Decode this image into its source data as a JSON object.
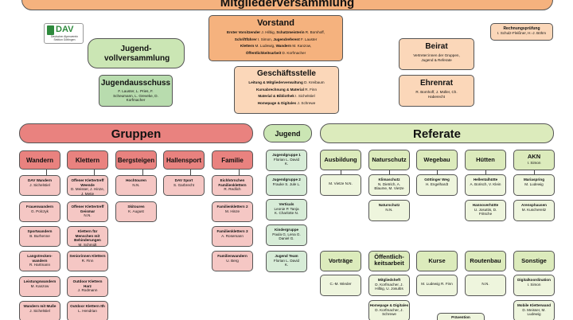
{
  "title": "Mitgliederversammlung",
  "logo": {
    "text": "DAV",
    "sub": "Deutscher Alpenverein Sektion Göttingen"
  },
  "rechnungspruefung": {
    "title": "Rechnungsprüfung",
    "names": "I. Schulz-Fleißner, H.-J. Böhm"
  },
  "vorstand": {
    "title": "Vorstand",
    "rows": [
      {
        "p1": "Erster Vorsitzender",
        "n1": "J. Hilbig,",
        "p2": "Schatzmeisterin",
        "n2": "R. Bomhoff,"
      },
      {
        "p1": "Schriftführer",
        "n1": "I. Simon,",
        "p2": "Jugendreferent",
        "n2": "F. Lauster"
      },
      {
        "p1": "Klettern",
        "n1": "M. Ludewig,",
        "p2": "Wandern",
        "n2": "M. Kanzow,"
      },
      {
        "p1": "Öffentlichkeitsarbeit",
        "n1": "D. Korfmacher",
        "p2": "",
        "n2": ""
      }
    ]
  },
  "jugendvollversammlung": "Jugend-vollversammlung",
  "jugendausschuss": {
    "title": "Jugendausschuss",
    "names": "F. Lauster, L. Pries, F. Scheumann, L. Greveke, D. Korfmacher"
  },
  "geschaeftsstelle": {
    "title": "Geschäftsstelle",
    "rows": [
      {
        "label": "Leitung & Mitgliederverwaltung",
        "names": "D. Kreibaum"
      },
      {
        "label": "Kursabrechnung & Material",
        "names": "R. Finn"
      },
      {
        "label": "Material & Bibliothek",
        "names": "I. Sichelstiel"
      },
      {
        "label": "Homepage & Digitales",
        "names": "J. Schrewe"
      }
    ]
  },
  "beirat": {
    "title": "Beirat",
    "text": "Vertreter:innen der Gruppen, Jugend & Referate"
  },
  "ehrenrat": {
    "title": "Ehrenrat",
    "names": "R. Bomhoff, J. Müller, Ch. Haberecht"
  },
  "gruppen": {
    "title": "Gruppen",
    "columns": [
      {
        "title": "Wandern",
        "items": [
          {
            "title": "DAV Wandern",
            "names": "J. Sichelstiel"
          },
          {
            "title": "Frauenwandern",
            "names": "G. Polczyk"
          },
          {
            "title": "Sportwandern",
            "names": "B. Burhenne"
          },
          {
            "title": "Langstrecken-wandern",
            "names": "R. Hartmann"
          },
          {
            "title": "Leistungswandern",
            "names": "M. Kanzow"
          },
          {
            "title": "Wandern mit Muße",
            "names": "J. Sichelstiel"
          }
        ]
      },
      {
        "title": "Klettern",
        "items": [
          {
            "title": "Offener Klettertreff Weende",
            "names": "D. Meisser, J. Hinze, J. Metje"
          },
          {
            "title": "Offener Klettertreff Geismar",
            "names": "N.N."
          },
          {
            "title": "Klettern für Menschen mit Behinderungen",
            "names": "M. Schmidt"
          },
          {
            "title": "Seniorinnen Klettern",
            "names": "R. Finn"
          },
          {
            "title": "Outdoor Klettern Harz",
            "names": "J. Rodmann"
          },
          {
            "title": "Outdoor Klettern Ith",
            "names": "L. Hendrian"
          }
        ]
      },
      {
        "title": "Bergsteigen",
        "items": [
          {
            "title": "Hochtouren",
            "names": "N.N."
          },
          {
            "title": "Skitouren",
            "names": "K. August"
          }
        ]
      },
      {
        "title": "Hallensport",
        "items": [
          {
            "title": "DAV Sport",
            "names": "S. Garbrecht"
          }
        ]
      },
      {
        "title": "Familie",
        "items": [
          {
            "title": "Eichhörnchen Familienklettern",
            "names": "R. Redlich"
          },
          {
            "title": "Familienklettern 2",
            "names": "M. Hinze"
          },
          {
            "title": "Familienklettern 3",
            "names": "A. Rosemann"
          },
          {
            "title": "Familienwandern",
            "names": "U. Berg"
          }
        ]
      }
    ]
  },
  "jugend": {
    "title": "Jugend",
    "items": [
      {
        "title": "Jugendgruppe 1",
        "names": "Florian L. David K."
      },
      {
        "title": "Jugendgruppe 2",
        "names": "Frauke S. Jule L."
      },
      {
        "title": "Verticals",
        "names": "Leonie P. Tanja K. Charlotte N."
      },
      {
        "title": "Kindergruppe",
        "names": "Paula G. Lena G. Daniel G."
      },
      {
        "title": "Jugend Team",
        "names": "Florian L. David K."
      }
    ]
  },
  "referate": {
    "title": "Referate",
    "row1": [
      {
        "title": "Ausbildung",
        "items": [
          {
            "title": "",
            "names": "M. Vietze N.N."
          }
        ]
      },
      {
        "title": "Naturschutz",
        "items": [
          {
            "title": "Klimaschutz",
            "names": "N. Dietrich, A. Blaume, M. Vietze"
          },
          {
            "title": "Naturschutz",
            "names": "N.N."
          }
        ]
      },
      {
        "title": "Wegebau",
        "items": [
          {
            "title": "Göttinger Weg",
            "names": "H. Engelhardt"
          }
        ]
      },
      {
        "title": "Hütten",
        "items": [
          {
            "title": "Hellentalhütte",
            "names": "A. Borisch, V. Klein"
          },
          {
            "title": "Hannoverhütte",
            "names": "U. Josuttis, D. Fritsche"
          }
        ]
      },
      {
        "title": "AKN",
        "sub": "I. Simon",
        "items": [
          {
            "title": "Mariaspring",
            "names": "M. Ludewig"
          },
          {
            "title": "Arensphausen",
            "names": "M. Kuschereitz"
          }
        ]
      }
    ],
    "row2": [
      {
        "title": "Vorträge",
        "items": [
          {
            "title": "",
            "names": "C.-M. Wieder"
          }
        ]
      },
      {
        "title": "Öffentlich-keitsarbeit",
        "items": [
          {
            "title": "Mitgliedsheft",
            "names": "D. Korfmacher, J. Hilbig, U. Josuttis"
          },
          {
            "title": "Homepage & Digitales",
            "names": "D. Korfmacher, J. Schrewe"
          }
        ]
      },
      {
        "title": "Kurse",
        "items": [
          {
            "title": "",
            "names": "M. Ludewig R. Finn"
          }
        ]
      },
      {
        "title": "Routenbau",
        "items": [
          {
            "title": "",
            "names": "N.N."
          }
        ]
      },
      {
        "title": "Sonstige",
        "items": [
          {
            "title": "Digitalkoordination",
            "names": "I. Simon"
          },
          {
            "title": "Mobile Kletterwand",
            "names": "D. Meisser, M. Ludewig"
          }
        ]
      }
    ],
    "praevention": "Prävention"
  }
}
